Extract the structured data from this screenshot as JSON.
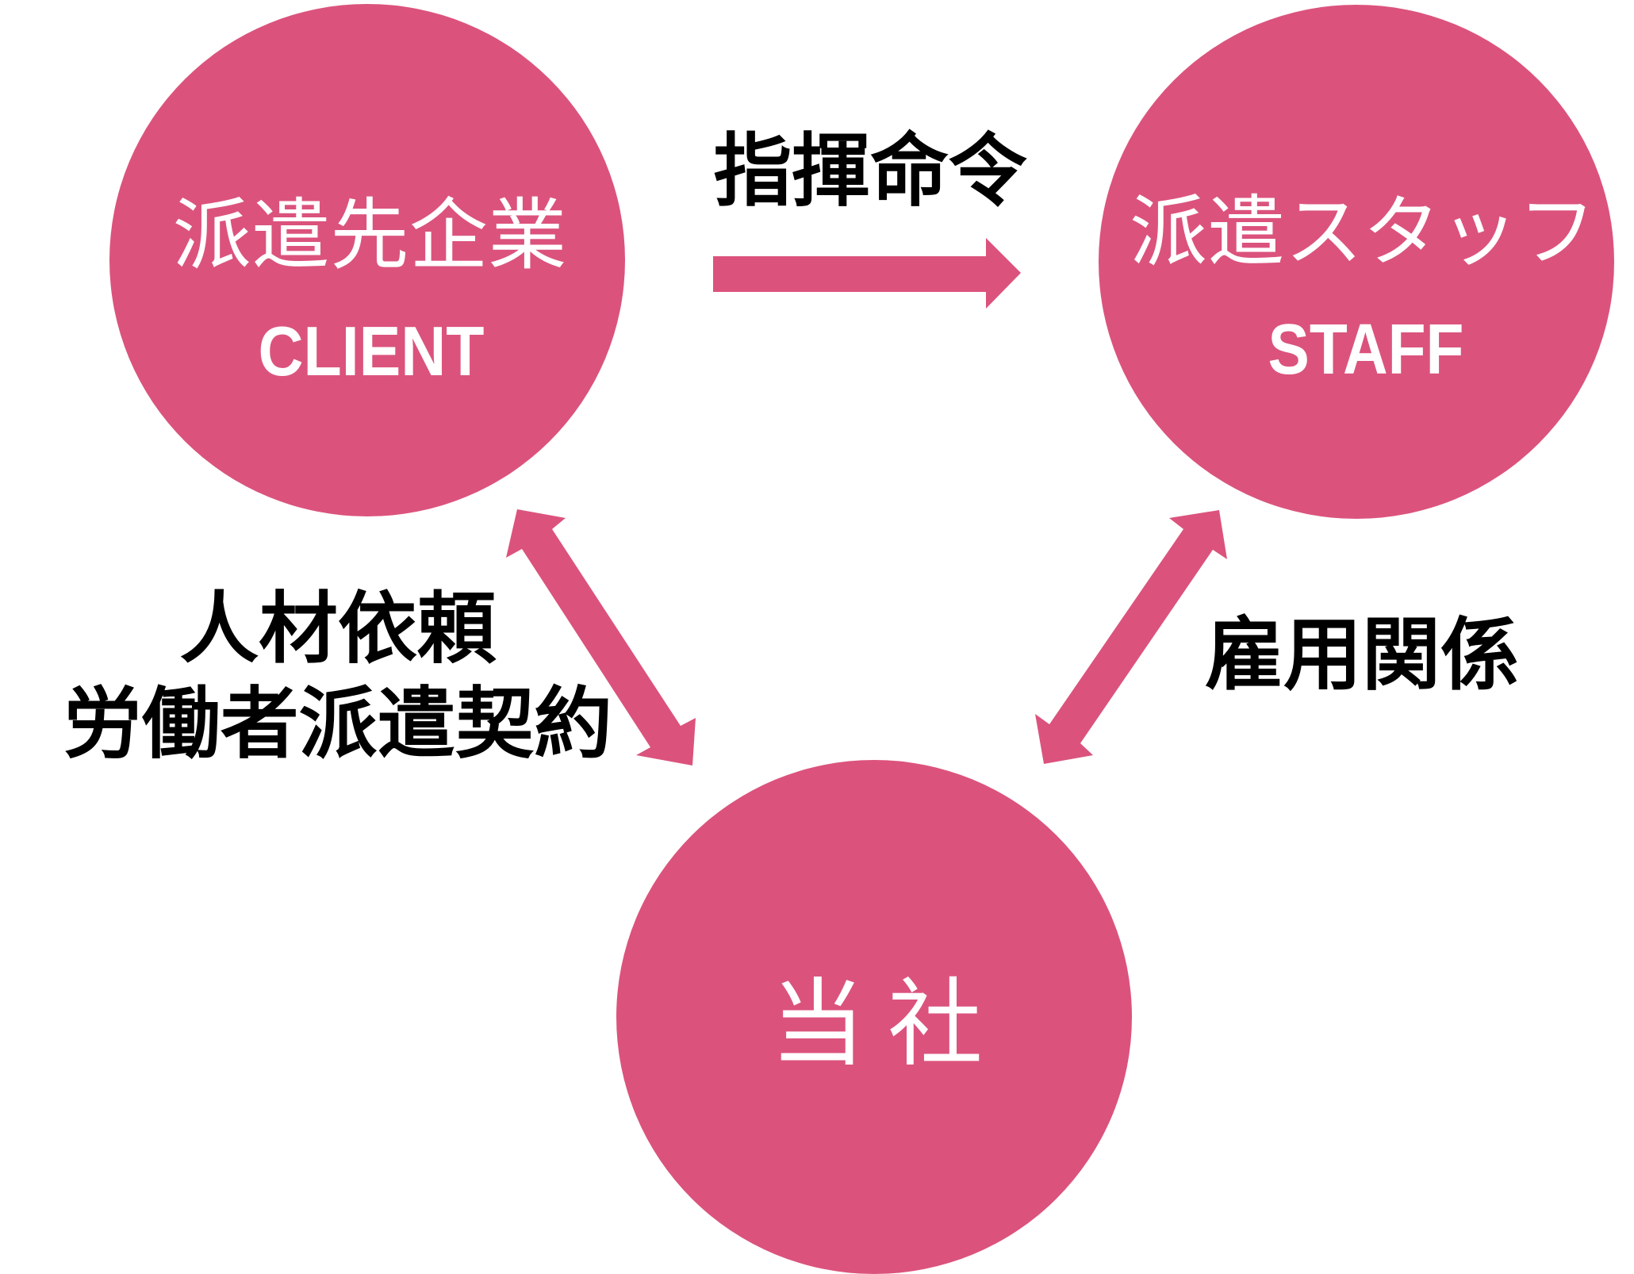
{
  "diagram": {
    "colors": {
      "node_fill": "#DB537D",
      "node_text": "#FFFFFF",
      "label_text": "#000000",
      "arrow_fill": "#DB537D",
      "background": "#FFFFFF"
    },
    "nodes": {
      "client": {
        "label_jp": "派遣先企業",
        "label_en": "CLIENT"
      },
      "staff": {
        "label_jp": "派遣スタッフ",
        "label_en": "STAFF"
      },
      "company": {
        "label_jp": "当社"
      }
    },
    "edges": {
      "client_to_staff": {
        "label": "指揮命令"
      },
      "client_company": {
        "label_line1": "人材依頼",
        "label_line2": "労働者派遣契約"
      },
      "staff_company": {
        "label": "雇用関係"
      }
    }
  }
}
